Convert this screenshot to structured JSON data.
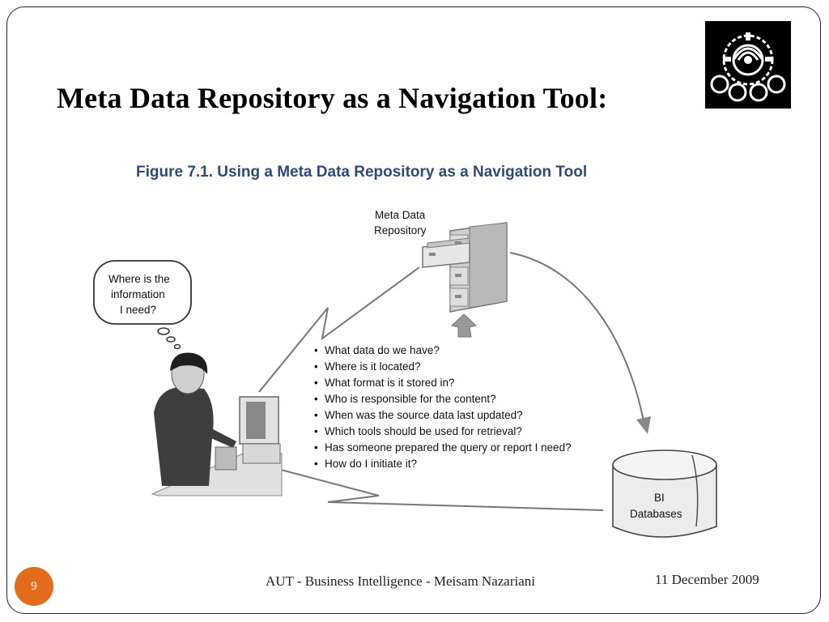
{
  "slide": {
    "title": "Meta Data Repository as a Navigation Tool:",
    "slide_number": "9",
    "footer_center": "AUT - Business Intelligence - Meisam Nazariani",
    "footer_date": "11 December 2009"
  },
  "figure": {
    "caption": "Figure 7.1. Using a Meta Data Repository as a Navigation Tool",
    "repository_label_line1": "Meta Data",
    "repository_label_line2": "Repository",
    "thought_line1": "Where is the",
    "thought_line2": "information",
    "thought_line3": "I need?",
    "bi_line1": "BI",
    "bi_line2": "Databases",
    "questions": [
      "What data do we have?",
      "Where is it located?",
      "What format is it stored in?",
      "Who is responsible for the content?",
      "When was the source data last updated?",
      "Which tools should be used for retrieval?",
      "Has someone prepared the query or report I need?",
      "How do I initiate it?"
    ]
  }
}
